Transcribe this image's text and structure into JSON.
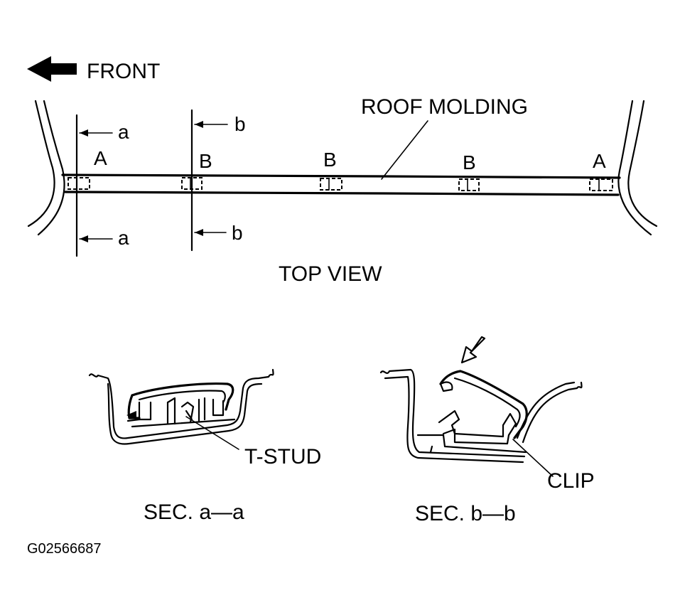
{
  "labels": {
    "front": "FRONT",
    "roof_molding": "ROOF MOLDING",
    "top_view": "TOP VIEW",
    "sec_a_title": "SEC. a—a",
    "sec_b_title": "SEC. b—b",
    "t_stud": "T-STUD",
    "clip": "CLIP",
    "figure_id": "G02566687"
  },
  "section_marks": {
    "a": "a",
    "b": "b"
  },
  "fastener_marks": {
    "a_type": "A",
    "b_type": "B"
  }
}
